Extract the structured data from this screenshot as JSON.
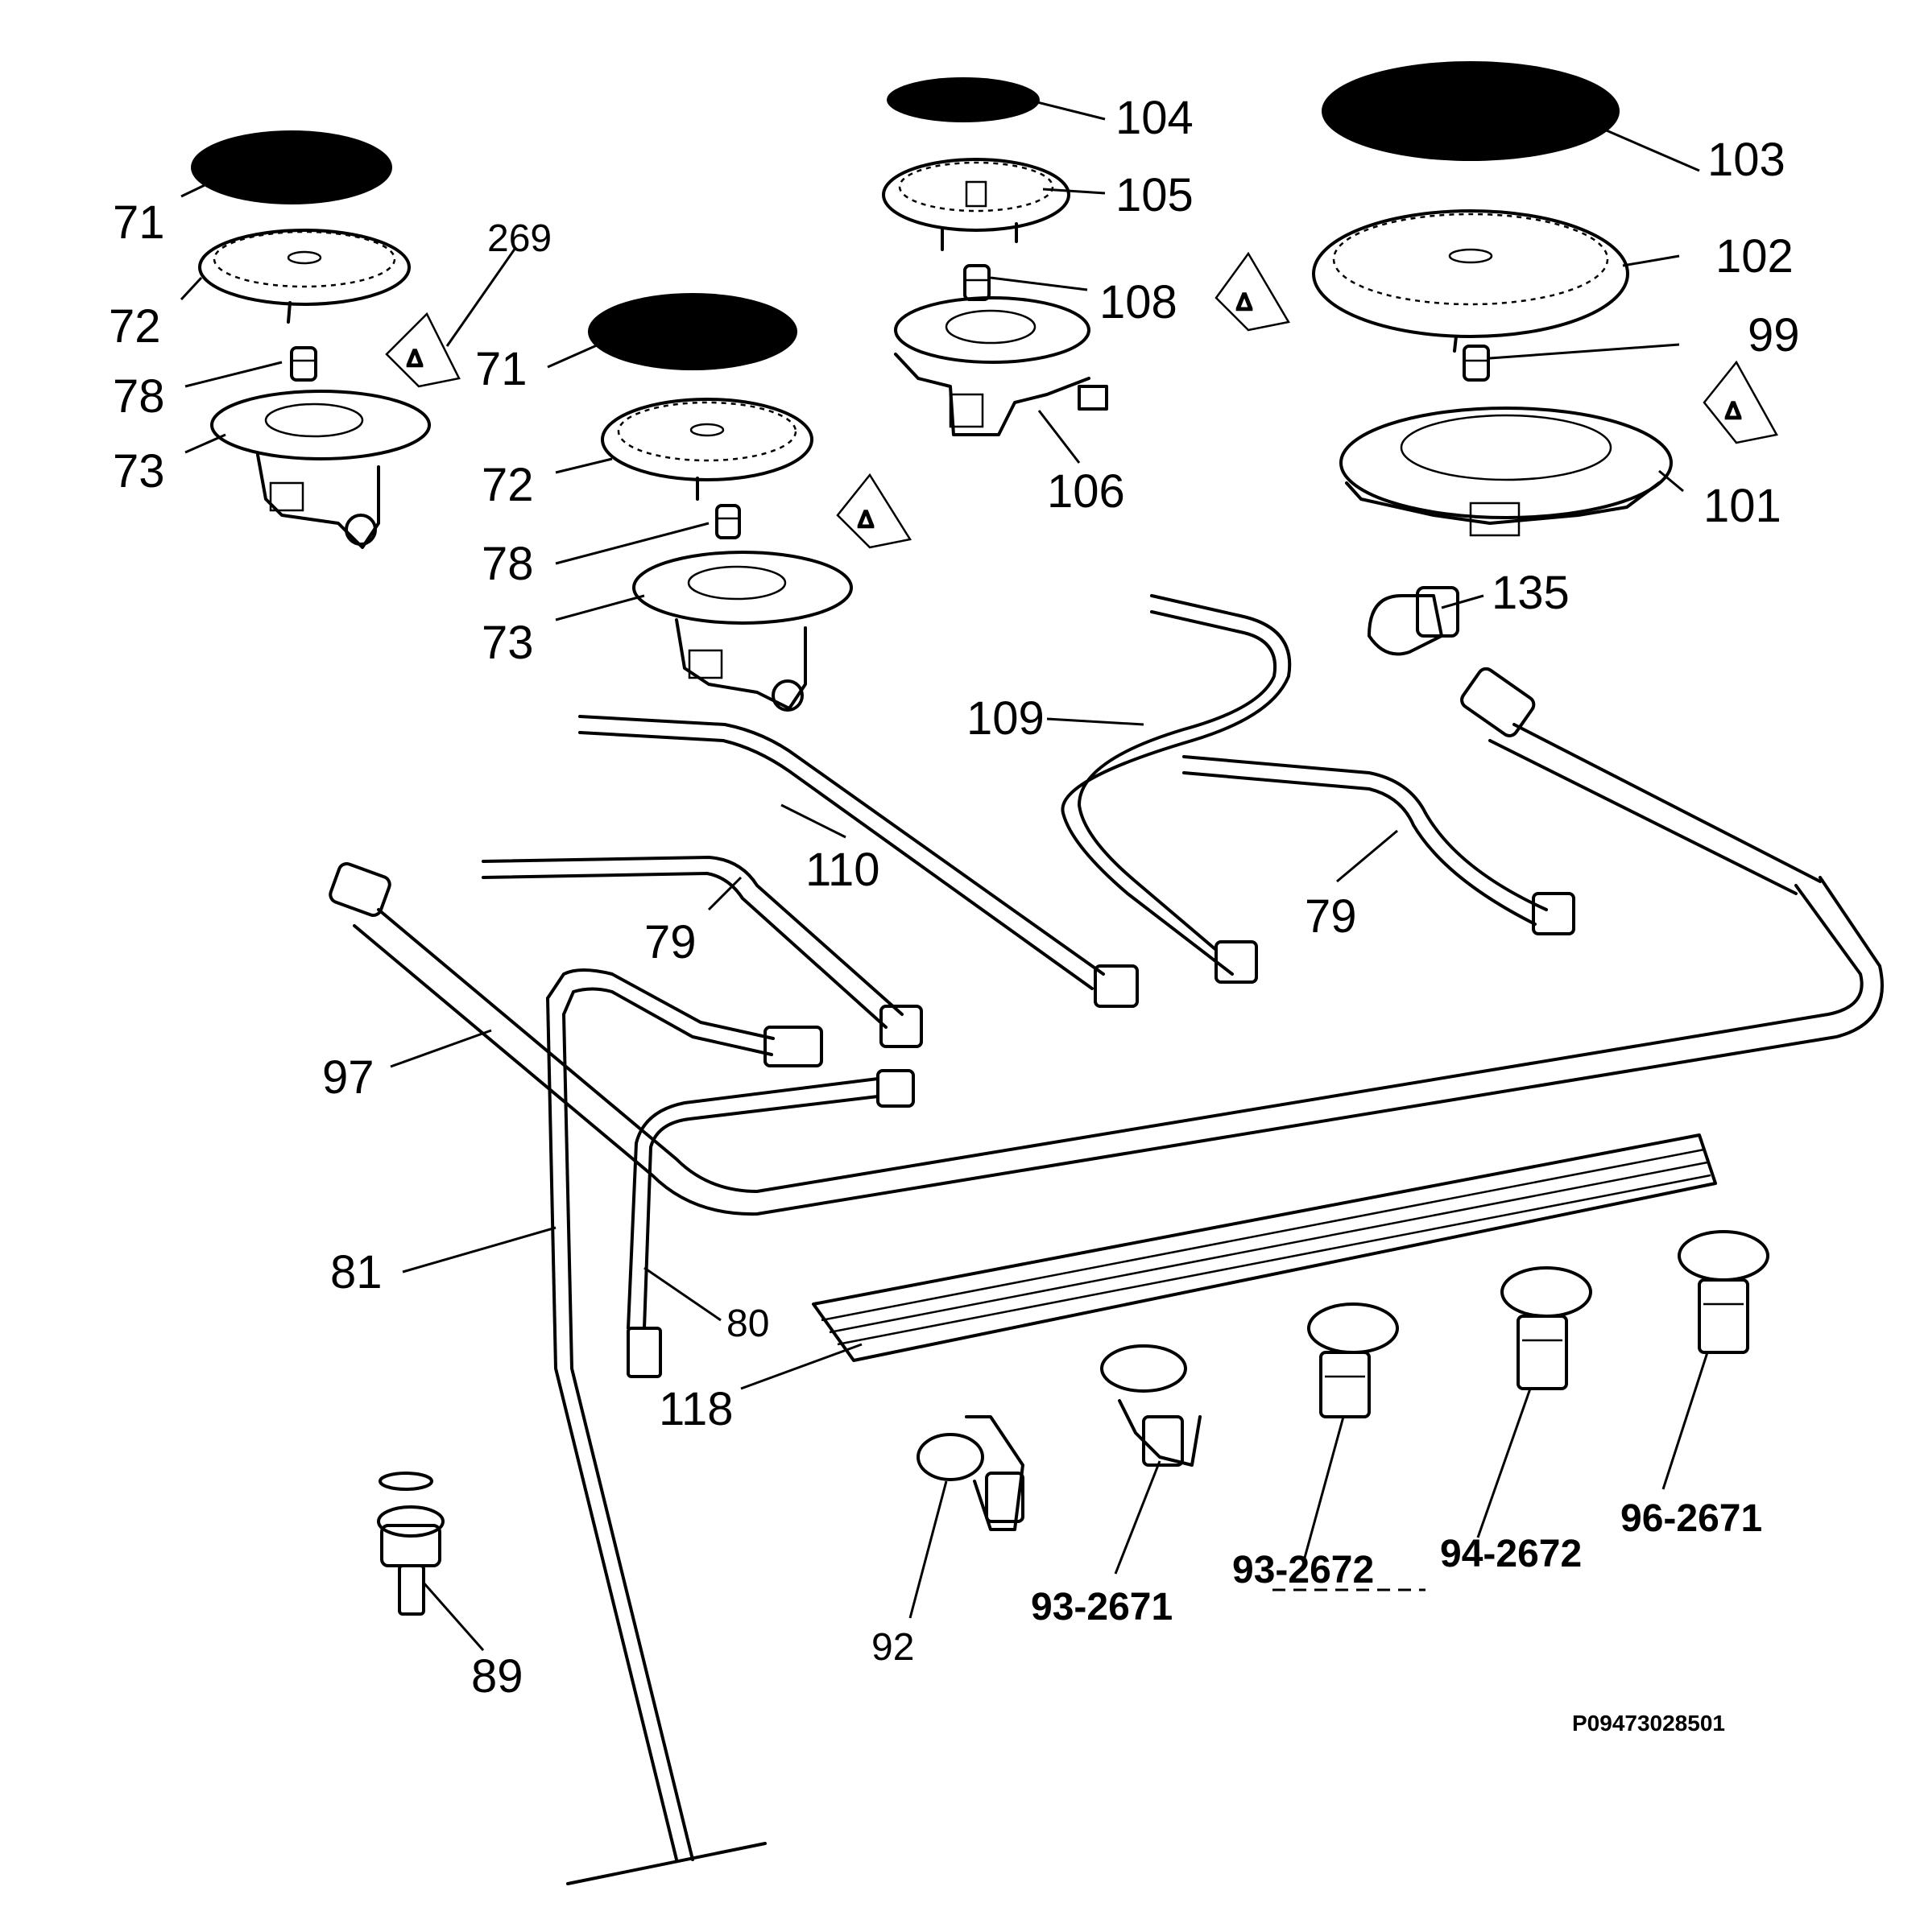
{
  "diagram": {
    "code": "P09473028501",
    "labels": {
      "l71a": "71",
      "l72a": "72",
      "l78a": "78",
      "l73a": "73",
      "l269": "269",
      "l71b": "71",
      "l72b": "72",
      "l78b": "78",
      "l73b": "73",
      "l104": "104",
      "l105": "105",
      "l108": "108",
      "l106": "106",
      "l103": "103",
      "l102": "102",
      "l99": "99",
      "l101": "101",
      "l135": "135",
      "l109": "109",
      "l110": "110",
      "l79a": "79",
      "l79b": "79",
      "l97": "97",
      "l81": "81",
      "l80": "80",
      "l118": "118",
      "l89": "89",
      "l92": "92",
      "l93_2671": "93-2671",
      "l93_2672": "93-2672",
      "l94_2672": "94-2672",
      "l96_2671": "96-2671"
    }
  }
}
